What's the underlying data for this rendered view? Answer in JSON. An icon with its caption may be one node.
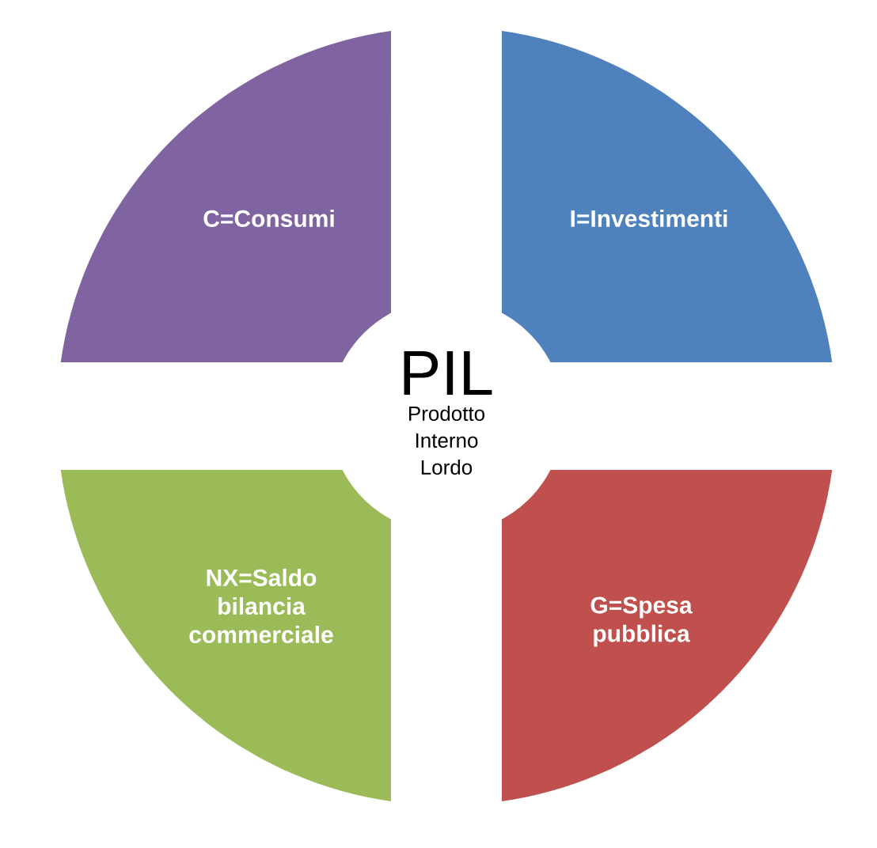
{
  "diagram": {
    "nodes": [
      {
        "text": [
          "PIL",
          "Prodotto Interno Lordo"
        ]
      },
      {
        "text": [
          "C=Consumi"
        ]
      },
      {
        "text": [
          "I=Investimenti"
        ]
      },
      {
        "text": [
          "NX=Saldo bilancia commerciale"
        ]
      },
      {
        "text": [
          "G=Spesa pubblica"
        ]
      }
    ]
  }
}
